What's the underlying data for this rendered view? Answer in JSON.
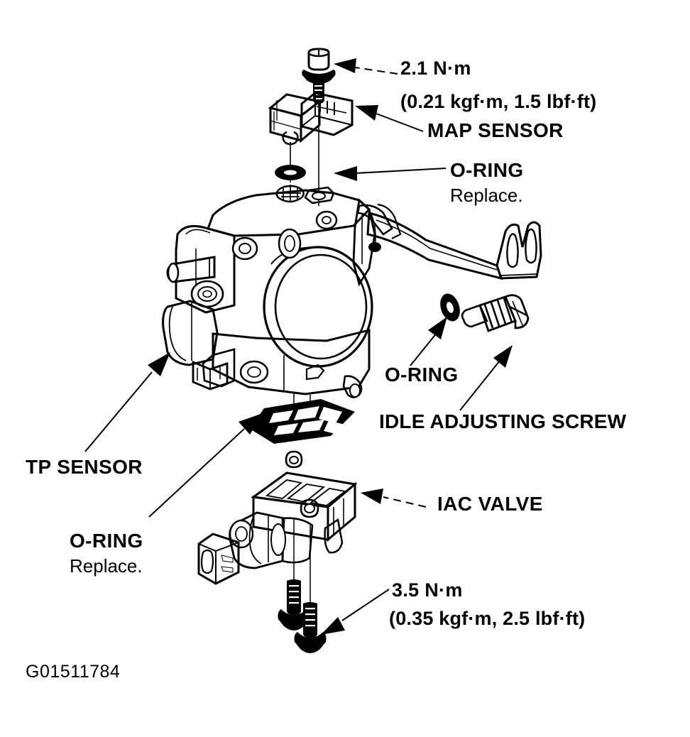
{
  "figure": {
    "id_label": "G01511784",
    "subject": "Throttle body exploded assembly view",
    "line_color": "#000000",
    "background_color": "#ffffff"
  },
  "callouts": {
    "map_screw_torque": {
      "line1": "2.1 N·m",
      "line2": "(0.21 kgf·m, 1.5 lbf·ft)",
      "points_to": "map-sensor-screw"
    },
    "map_sensor": {
      "label": "MAP SENSOR",
      "points_to": "map-sensor-body"
    },
    "map_oring": {
      "label": "O-RING",
      "note": "Replace.",
      "points_to": "map-sensor-o-ring"
    },
    "idle_oring": {
      "label": "O-RING",
      "points_to": "idle-screw-o-ring"
    },
    "idle_screw": {
      "label": "IDLE ADJUSTING SCREW",
      "points_to": "idle-adjusting-screw"
    },
    "tp_sensor": {
      "label": "TP SENSOR",
      "points_to": "tp-sensor-body"
    },
    "iac_gasket": {
      "label": "O-RING",
      "note": "Replace.",
      "points_to": "iac-valve-gasket"
    },
    "iac_valve": {
      "label": "IAC VALVE",
      "points_to": "iac-valve-body"
    },
    "iac_bolt_torque": {
      "line1": "3.5 N·m",
      "line2": "(0.35 kgf·m, 2.5 lbf·ft)",
      "points_to": "iac-valve-bolts"
    }
  },
  "parts": [
    {
      "name": "map-sensor-screw",
      "label": "MAP sensor mounting screw"
    },
    {
      "name": "map-sensor-body",
      "label": "MAP sensor"
    },
    {
      "name": "map-sensor-o-ring",
      "label": "MAP sensor O-ring"
    },
    {
      "name": "throttle-body",
      "label": "Throttle body casting"
    },
    {
      "name": "throttle-lever-bracket",
      "label": "Throttle cable bracket"
    },
    {
      "name": "idle-screw-o-ring",
      "label": "Idle adjusting screw O-ring"
    },
    {
      "name": "idle-adjusting-screw",
      "label": "Idle adjusting screw"
    },
    {
      "name": "tp-sensor-body",
      "label": "TP sensor"
    },
    {
      "name": "iac-valve-gasket",
      "label": "IAC valve gasket O-ring"
    },
    {
      "name": "iac-valve-body",
      "label": "IAC valve"
    },
    {
      "name": "iac-valve-bolts",
      "label": "IAC valve mounting bolts"
    }
  ]
}
